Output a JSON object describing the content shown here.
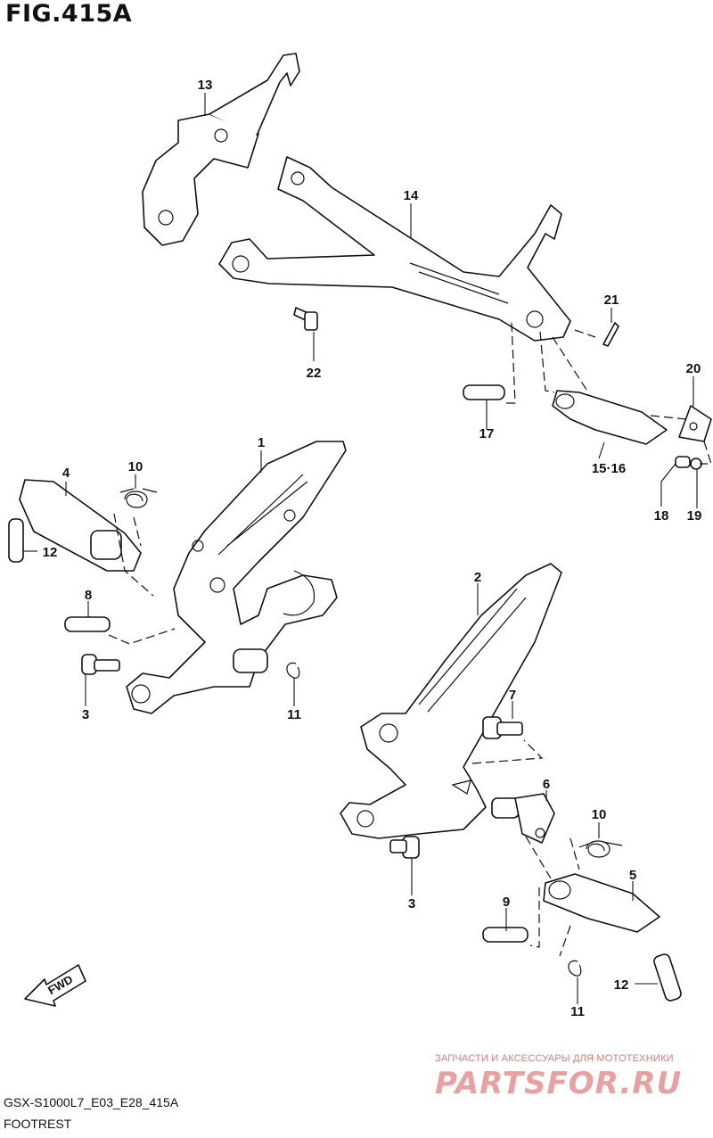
{
  "figure": {
    "title": "FIG.415A",
    "model_code": "GSX-S1000L7_E03_E28_415A",
    "subtitle": "FOOTREST"
  },
  "direction_badge": "FWD",
  "watermark": {
    "line1": "ЗАПЧАСТИ И АКСЕССУАРЫ ДЛЯ МОТОТЕХНИКИ",
    "logo": "PARTSFOR.RU"
  },
  "callouts": [
    "13",
    "14",
    "21",
    "22",
    "20",
    "17",
    "15·16",
    "18",
    "19",
    "1",
    "10",
    "4",
    "12",
    "8",
    "3",
    "11",
    "2",
    "7",
    "6",
    "10",
    "5",
    "3",
    "9",
    "12",
    "11"
  ]
}
